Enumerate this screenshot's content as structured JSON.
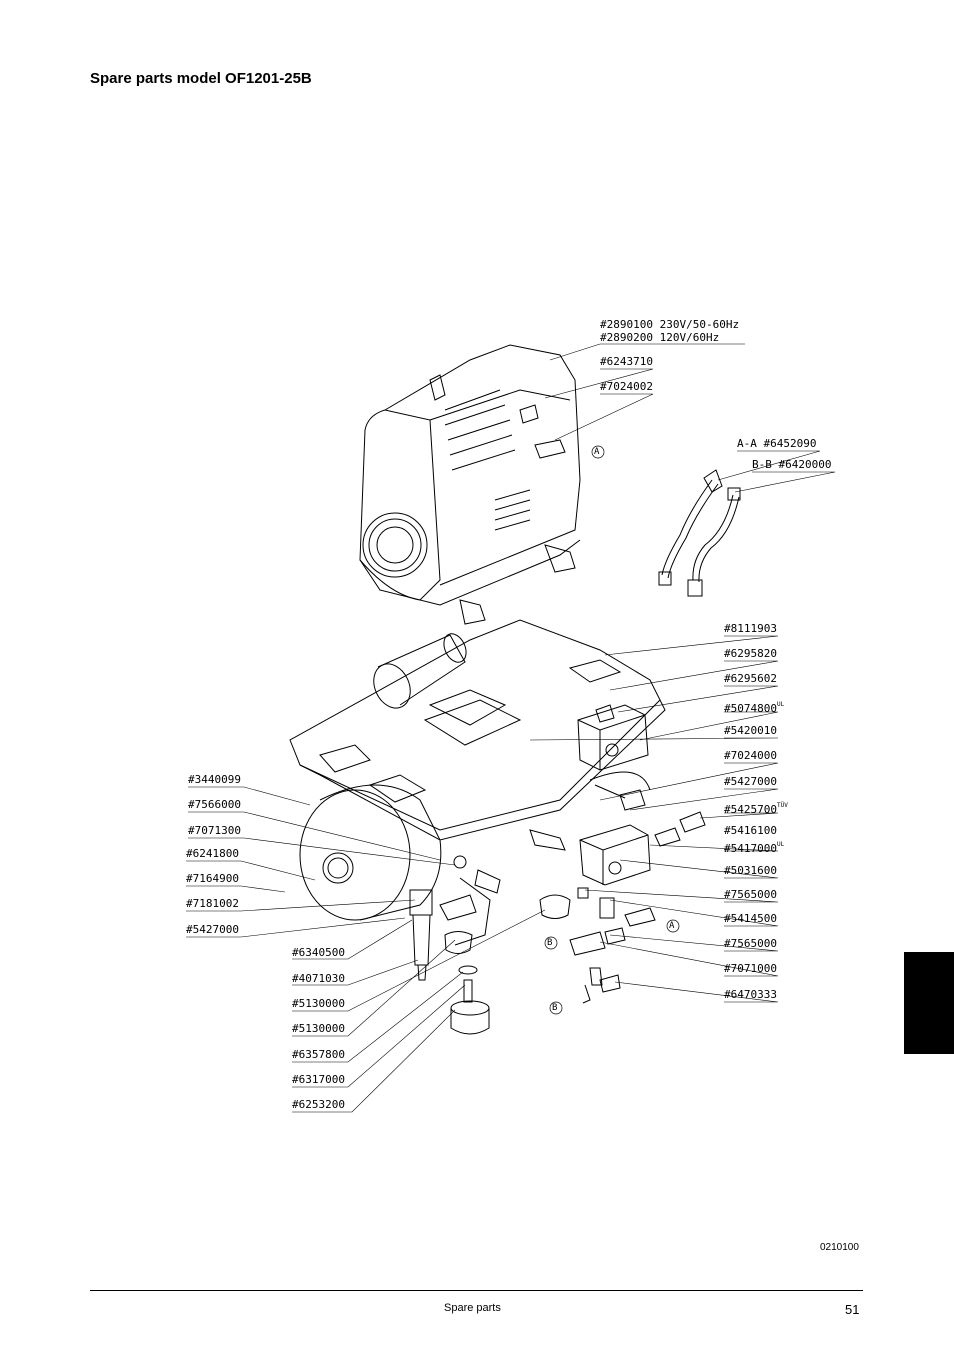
{
  "title": "Spare parts model OF1201-25B",
  "labels": {
    "motor_230": "#2890100  230V/50-60Hz",
    "motor_120": "#2890200  120V/60Hz",
    "p6243710": "#6243710",
    "p7024002": "#7024002",
    "hose_a": "A-A  #6452090",
    "hose_b": "B-B  #6420000",
    "marker_a": "A",
    "marker_b": "B",
    "p8111903": "#8111903",
    "p6295820": "#6295820",
    "p6295602": "#6295602",
    "p5074800": "#5074800",
    "p5074800_sup": "UL",
    "p5420010": "#5420010",
    "p7024000": "#7024000",
    "p5427000_r": "#5427000",
    "p5425700": "#5425700",
    "p5425700_sup": "TÜV",
    "p5416100": "#5416100",
    "p5417000": "#5417000",
    "p5417000_sup": "UL",
    "p5031600": "#5031600",
    "p7565000_1": "#7565000",
    "p5414500": "#5414500",
    "p7565000_2": "#7565000",
    "p7071000": "#7071000",
    "p6470333": "#6470333",
    "p3440099": "#3440099",
    "p7566000": "#7566000",
    "p7071300": "#7071300",
    "p6241800": "#6241800",
    "p7164900": "#7164900",
    "p7181002": "#7181002",
    "p5427000_l": "#5427000",
    "p6340500": "#6340500",
    "p4071030": "#4071030",
    "p5130000_1": "#5130000",
    "p5130000_2": "#5130000",
    "p6357800": "#6357800",
    "p6317000": "#6317000",
    "p6253200": "#6253200"
  },
  "doc_number": "0210100",
  "footer": {
    "section": "Spare parts",
    "page": "51"
  }
}
